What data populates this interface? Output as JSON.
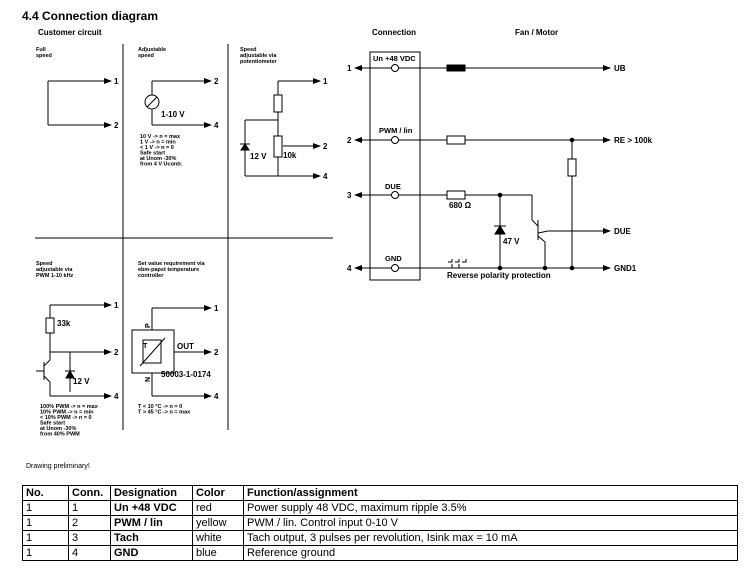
{
  "heading": "4.4 Connection diagram",
  "customer_circuit": {
    "title": "Customer circuit",
    "full_speed": "Full\nspeed",
    "adjustable_speed": "Adjustable\nspeed",
    "adj_voltage": "1-10 V",
    "adj_notes": [
      "10 V -> n = max",
      "1 V -> n = min",
      "< 1 V -> n = 0",
      "Safe start",
      "at Unom -30%",
      "from 4 V Ucontr."
    ],
    "pot_title": "Speed\nadjustable via\npotentiometer",
    "pot_zener": "12 V",
    "pot_value": "10k",
    "pwm_title": "Speed\nadjustable via\nPWM 1-10 kHz",
    "pwm_res": "33k",
    "pwm_zener": "12 V",
    "pwm_notes": [
      "100% PWM -> n = max",
      "10% PWM -> n = min",
      "< 10% PWM -> n = 0",
      "Safe start",
      "at Unom -30%",
      "from 40% PWM"
    ],
    "temp_title": "Set value requirement via\nebm-papst temperature\ncontroller",
    "temp_out": "OUT",
    "temp_part": "50003-1-0174",
    "temp_notes": [
      "T < 10 °C -> n = 0",
      "T > 45 °C -> n = max"
    ],
    "pin1": "1",
    "pin2": "2",
    "pin4": "4",
    "temp_letters": [
      "T",
      "P",
      "N"
    ]
  },
  "connection": {
    "title": "Connection",
    "fan_title": "Fan / Motor",
    "pins": [
      {
        "num": "1",
        "label": "Un +48 VDC",
        "right": "UB"
      },
      {
        "num": "2",
        "label": "PWM / lin",
        "right": "RE > 100k"
      },
      {
        "num": "3",
        "label": "DUE",
        "right": "DUE"
      },
      {
        "num": "4",
        "label": "GND",
        "right": "GND1"
      }
    ],
    "resistor_680": "680 Ω",
    "zener_47": "47 V",
    "reverse": "Reverse polarity protection"
  },
  "note": "Drawing preliminary!",
  "table": {
    "headers": [
      "No.",
      "Conn.",
      "Designation",
      "Color",
      "Function/assignment"
    ],
    "rows": [
      [
        "1",
        "1",
        "Un +48 VDC",
        "red",
        "Power supply 48 VDC, maximum ripple 3.5%"
      ],
      [
        "1",
        "2",
        "PWM / lin",
        "yellow",
        "PWM / lin. Control input 0-10 V"
      ],
      [
        "1",
        "3",
        "Tach",
        "white",
        "Tach output, 3 pulses per revolution, Isink max = 10 mA"
      ],
      [
        "1",
        "4",
        "GND",
        "blue",
        "Reference ground"
      ]
    ]
  }
}
